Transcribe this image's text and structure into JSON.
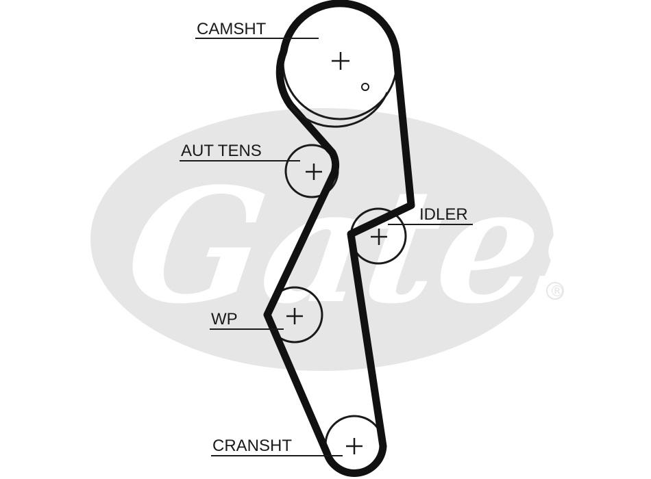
{
  "watermark": {
    "brand": "Gates",
    "registered": "®",
    "color": "#e6e6e6"
  },
  "colors": {
    "belt": "#111111",
    "pulley": "#1a1a1a",
    "background": "#ffffff"
  },
  "labels": {
    "camshaft": "CAMSHT",
    "tensioner": "AUT TENS",
    "idler": "IDLER",
    "water_pump": "WP",
    "crankshaft": "CRANSHT"
  }
}
